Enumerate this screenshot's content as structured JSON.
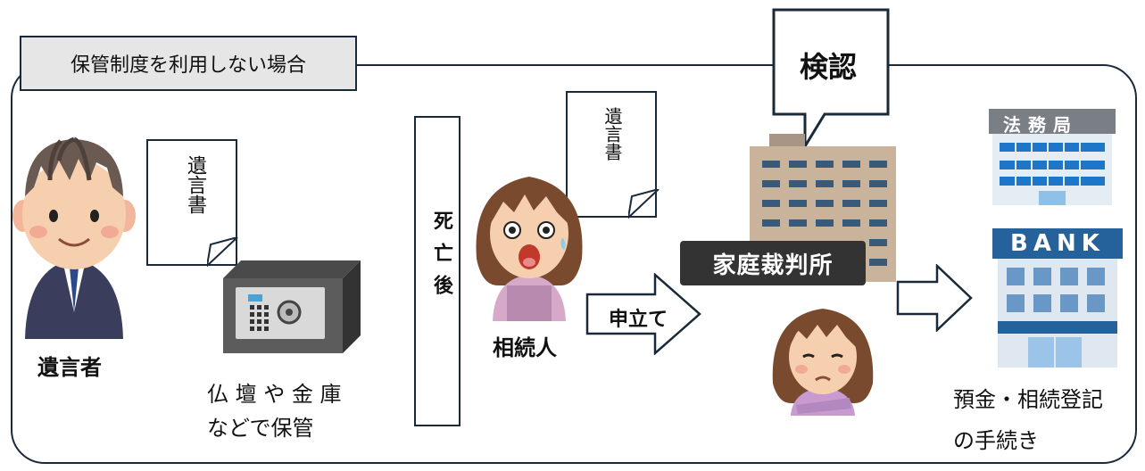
{
  "title": "保管制度を利用しない場合",
  "testator": {
    "label": "遺言者",
    "document": "遺言書"
  },
  "storage": {
    "line1": "仏 壇 や 金 庫",
    "line2": "などで保管"
  },
  "after_death": "死亡後",
  "heir": {
    "label": "相続人",
    "document": "遺言書"
  },
  "petition": "申立て",
  "probate": "検認",
  "court": "家庭裁判所",
  "legal_bureau": "法務局",
  "bank": "BANK",
  "procedures": {
    "line1": "預金・相続登記",
    "line2": "の手続き"
  }
}
